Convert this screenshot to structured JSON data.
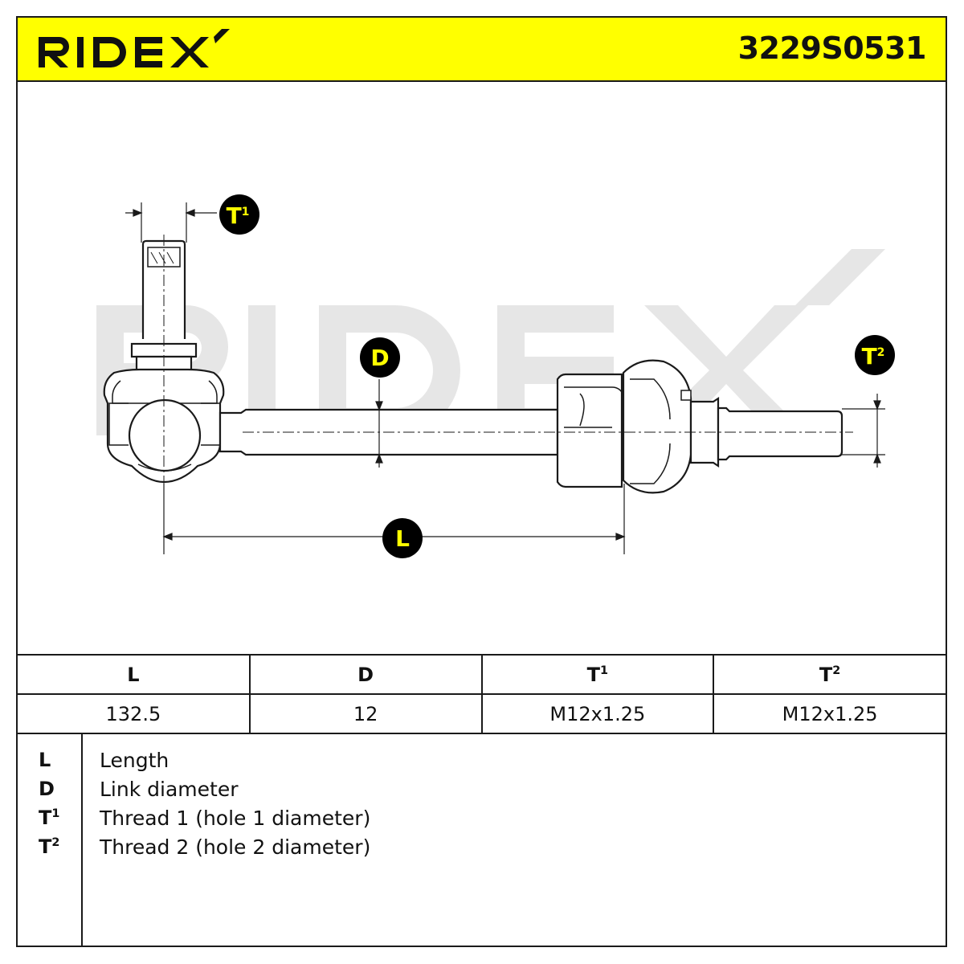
{
  "header": {
    "brand": "RIDEX",
    "part_number": "3229S0531"
  },
  "drawing": {
    "watermark": "RIDEX",
    "callouts": {
      "t1": {
        "base": "T",
        "sup": "1"
      },
      "d": {
        "base": "D"
      },
      "t2": {
        "base": "T",
        "sup": "2"
      },
      "l": {
        "base": "L"
      }
    }
  },
  "spec_table": {
    "headers": [
      {
        "base": "L",
        "sup": ""
      },
      {
        "base": "D",
        "sup": ""
      },
      {
        "base": "T",
        "sup": "1"
      },
      {
        "base": "T",
        "sup": "2"
      }
    ],
    "values": [
      "132.5",
      "12",
      "M12x1.25",
      "M12x1.25"
    ]
  },
  "legend": [
    {
      "key": "L",
      "sup": "",
      "desc": "Length"
    },
    {
      "key": "D",
      "sup": "",
      "desc": "Link diameter"
    },
    {
      "key": "T",
      "sup": "1",
      "desc": "Thread 1 (hole 1 diameter)"
    },
    {
      "key": "T",
      "sup": "2",
      "desc": "Thread 2 (hole 2 diameter)"
    }
  ],
  "colors": {
    "header_bg": "#ffff00",
    "callout_fill": "#000000",
    "callout_text": "#ffff00",
    "watermark": "#e6e6e6"
  }
}
